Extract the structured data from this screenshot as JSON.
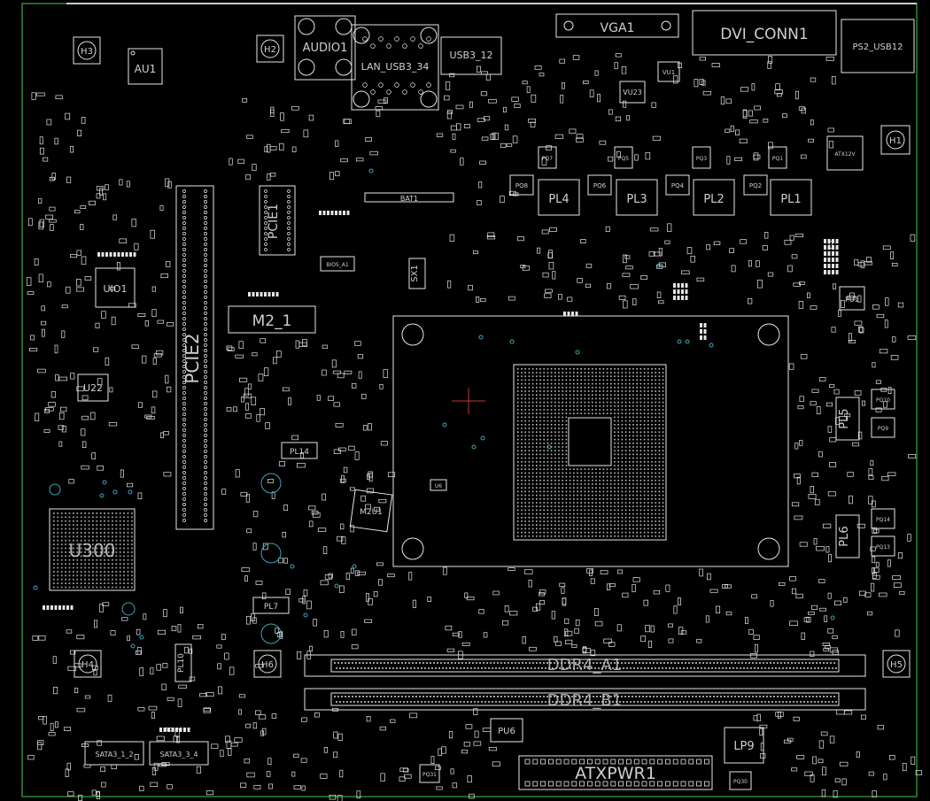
{
  "colors": {
    "background": "#000000",
    "outline": "#e6e6e6",
    "label": "#cfcfcf",
    "via": "#3aa7b5",
    "edge": "#2e8b2e",
    "marker": "#c0392b"
  },
  "labels": {
    "au1": "AU1",
    "h3": "H3",
    "h2": "H2",
    "audio1": "AUDIO1",
    "lan": "LAN_USB3_34",
    "usb3": "USB3_12",
    "vga1": "VGA1",
    "dvi": "DVI_CONN1",
    "ps2": "PS2_USB12",
    "vu1": "VU1",
    "vu23": "VU23",
    "h1": "H1",
    "atx12v": "ATX12V",
    "bat1": "BAT1",
    "pcie1": "PCIE1",
    "pcie2": "PCIE2",
    "uio1": "UIO1",
    "bios": "BIOS_A1",
    "sx1": "SX1",
    "m2": "M2_1",
    "u22": "U22",
    "pl4": "PL4",
    "pl3": "PL3",
    "pl2": "PL2",
    "pl1": "PL1",
    "pq8": "PQ8",
    "pq6": "PQ6",
    "pq4": "PQ4",
    "pq2": "PQ2",
    "pq7": "PQ7",
    "pq5": "PQ5",
    "pq3": "PQ3",
    "pq1": "PQ1",
    "pu1": "PU1",
    "pl5": "PL5",
    "pl6": "PL6",
    "pq10": "PQ10",
    "pq9": "PQ9",
    "pq14": "PQ14",
    "pq13": "PQ13",
    "pl14": "PL14",
    "pl7": "PL7",
    "pl10": "PL10",
    "m2u1": "M2U1",
    "u6": "U6",
    "u300": "U300",
    "h4": "H4",
    "h6": "H6",
    "h5": "H5",
    "ddr_a1": "DDR4_A1",
    "ddr_b1": "DDR4_B1",
    "sata_a": "SATA3_1_2",
    "sata_b": "SATA3_3_4",
    "pu6": "PU6",
    "lp9": "LP9",
    "atxpwr1": "ATXPWR1",
    "pq31": "PQ31",
    "pq30": "PQ30"
  }
}
